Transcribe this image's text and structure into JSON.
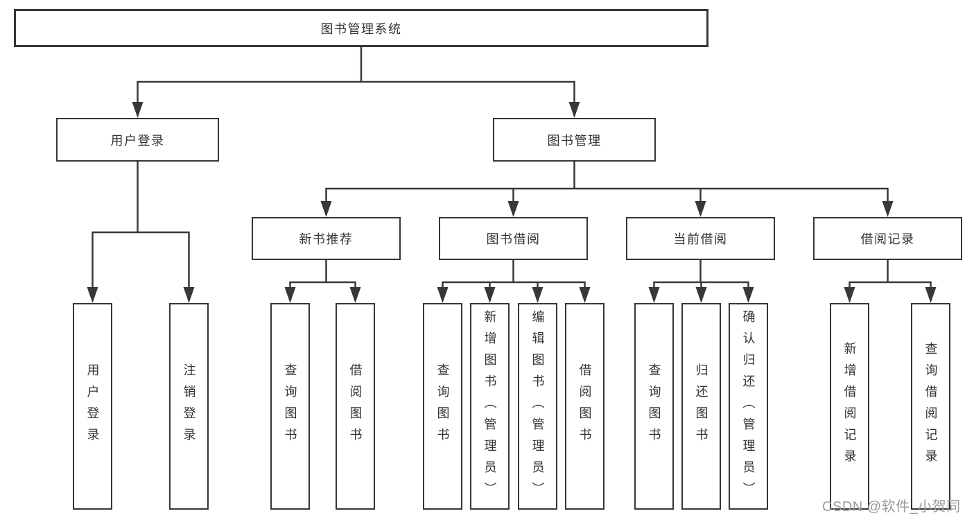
{
  "tree": {
    "root": {
      "label": "图书管理系统"
    },
    "children": [
      {
        "label": "用户登录",
        "children": [
          {
            "label": "用户登录"
          },
          {
            "label": "注销登录"
          }
        ]
      },
      {
        "label": "图书管理",
        "children": [
          {
            "label": "新书推荐",
            "children": [
              {
                "label": "查询图书"
              },
              {
                "label": "借阅图书"
              }
            ]
          },
          {
            "label": "图书借阅",
            "children": [
              {
                "label": "查询图书"
              },
              {
                "label": "新增图书（管理员）"
              },
              {
                "label": "编辑图书（管理员）"
              },
              {
                "label": "借阅图书"
              }
            ]
          },
          {
            "label": "当前借阅",
            "children": [
              {
                "label": "查询图书"
              },
              {
                "label": "归还图书"
              },
              {
                "label": "确认归还（管理员）"
              }
            ]
          },
          {
            "label": "借阅记录",
            "children": [
              {
                "label": "新增借阅记录"
              },
              {
                "label": "查询借阅记录"
              }
            ]
          }
        ]
      }
    ]
  },
  "watermark": {
    "text": "CSDN @软件_小贺同学"
  },
  "colors": {
    "line": "#383838",
    "border": "#363636",
    "text": "#333333",
    "watermark": "#9b9b9f",
    "background": "#ffffff"
  }
}
